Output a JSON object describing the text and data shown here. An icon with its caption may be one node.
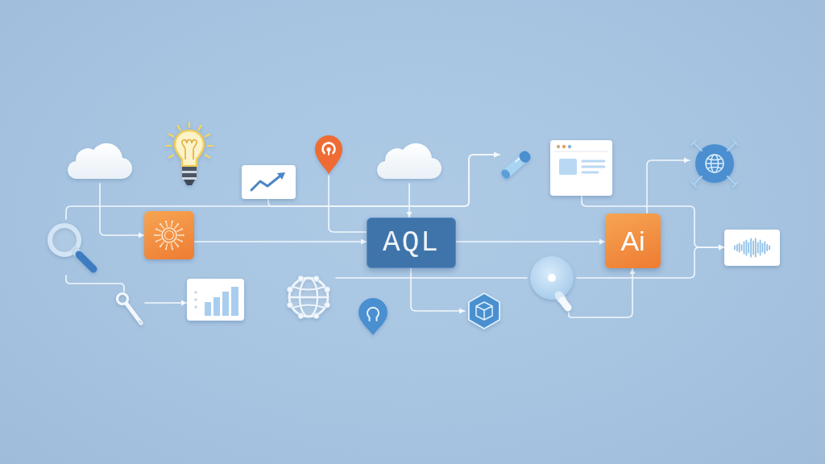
{
  "diagram": {
    "nodes": [
      {
        "text": [],
        "shape": "cloud"
      },
      {
        "text": [],
        "shape": "box"
      },
      {
        "text": [],
        "shape": "picture"
      },
      {
        "text": [],
        "shape": "cloud"
      },
      {
        "text": [],
        "shape": "picture"
      },
      {
        "text": [],
        "shape": "box"
      },
      {
        "text": [],
        "shape": "circle"
      },
      {
        "text": [],
        "shape": "picture"
      },
      {
        "text": [],
        "shape": "box"
      },
      {
        "text": [
          "AQL"
        ]
      },
      {
        "text": [
          "Ai"
        ]
      },
      {
        "text": [],
        "shape": "box"
      },
      {
        "text": [],
        "shape": "picture"
      },
      {
        "text": [],
        "shape": "box"
      },
      {
        "text": [],
        "shape": "picture"
      },
      {
        "text": [],
        "shape": "hexagon"
      },
      {
        "text": [],
        "shape": "picture"
      }
    ],
    "edges": [
      {
        "from": 0,
        "to": 8,
        "arrow": "to"
      },
      {
        "from": 7,
        "to": 4,
        "arrow": "to"
      },
      {
        "from": 1,
        "to": 4,
        "arrow": "to"
      },
      {
        "from": 7,
        "to": 12,
        "arrow": "none"
      },
      {
        "from": 12,
        "to": 13,
        "arrow": "to"
      },
      {
        "from": 2,
        "to": 9,
        "arrow": "none"
      },
      {
        "from": 3,
        "to": 9,
        "arrow": "to"
      },
      {
        "from": 8,
        "to": 9,
        "arrow": "to"
      },
      {
        "from": 9,
        "to": 10,
        "arrow": "to"
      },
      {
        "from": 9,
        "to": 15,
        "arrow": "to"
      },
      {
        "from": 5,
        "to": 11,
        "arrow": "to"
      },
      {
        "from": 14,
        "to": 16,
        "arrow": "none"
      },
      {
        "from": 16,
        "to": 11,
        "arrow": "to"
      },
      {
        "from": 16,
        "to": 10,
        "arrow": "to"
      },
      {
        "from": 10,
        "to": 6,
        "arrow": "to"
      }
    ]
  }
}
